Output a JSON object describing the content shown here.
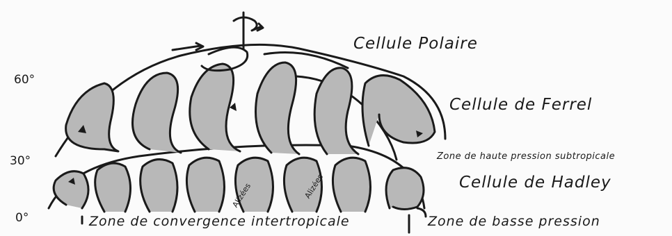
{
  "diagram": {
    "latitudes": [
      "60°",
      "30°",
      "0°"
    ],
    "cells": {
      "polar": "Cellule Polaire",
      "ferrel": "Cellule de Ferrel",
      "hadley": "Cellule de Hadley"
    },
    "zones": {
      "subtropical_high": "Zone de haute pression subtropicale",
      "low_pressure": "Zone de basse pression",
      "itcz": "Zone de convergence intertropicale"
    },
    "trade_winds": [
      "Alizées",
      "Alizées"
    ],
    "colors": {
      "ink": "#1a1a1a",
      "fill": "#b8b8b8",
      "paper": "#fbfbfb"
    }
  }
}
